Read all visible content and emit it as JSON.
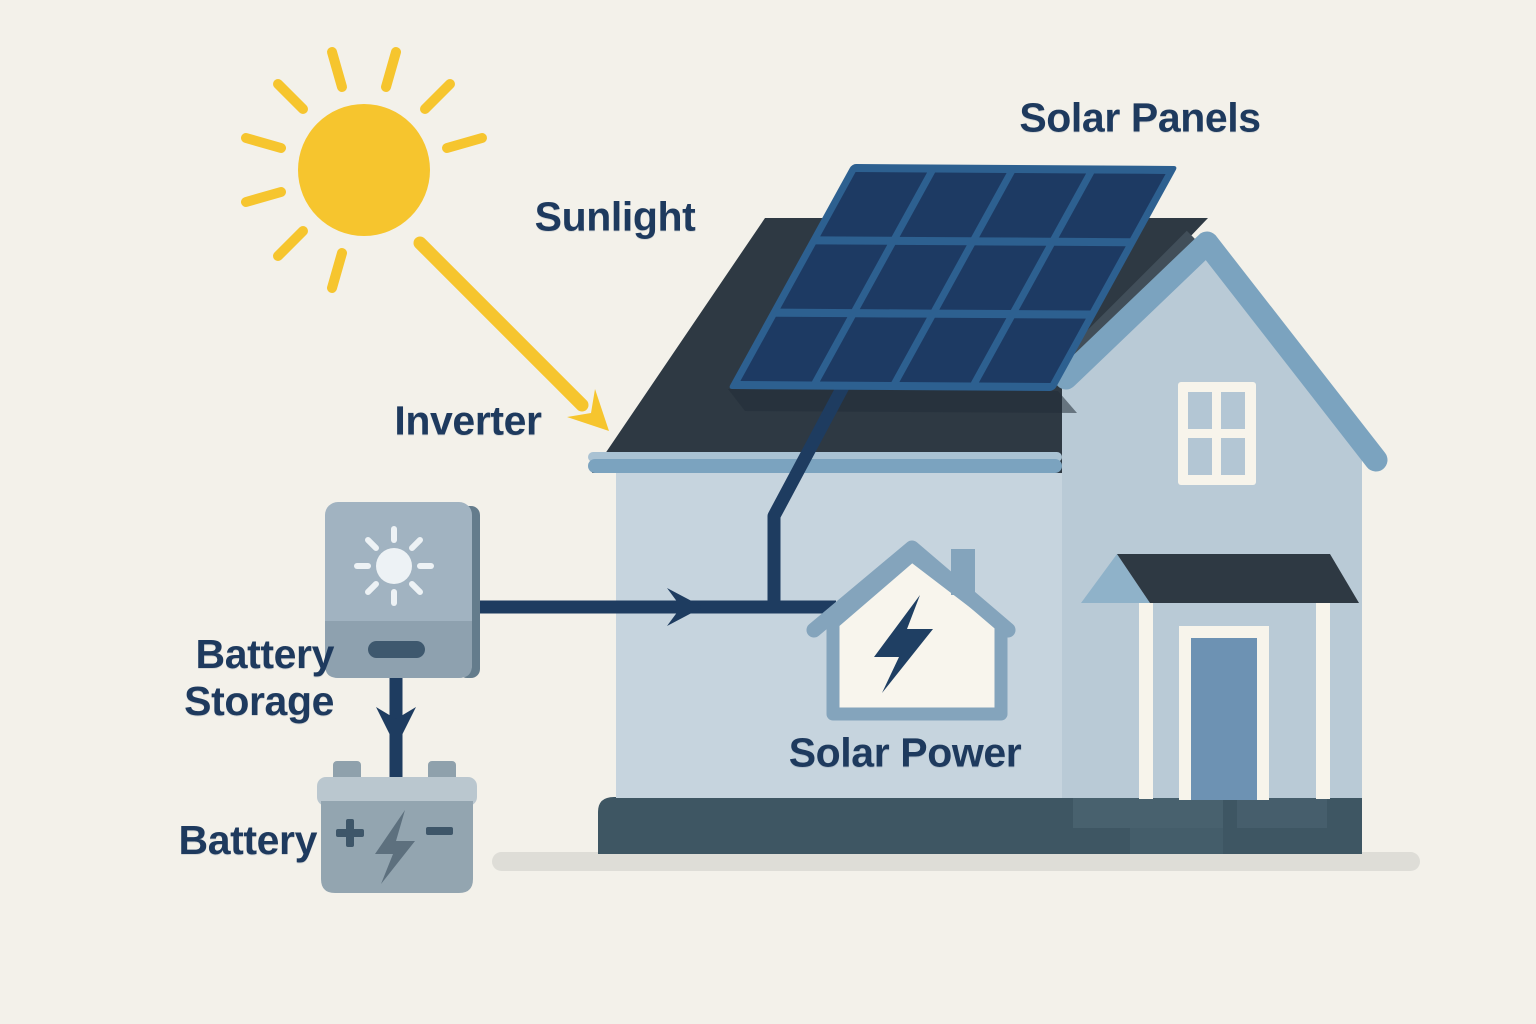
{
  "diagram": {
    "background": "#f3f1ea",
    "text_color": "#1e3a5e",
    "labels": {
      "solar_panels": "Solar Panels",
      "sunlight": "Sunlight",
      "inverter": "Inverter",
      "battery_storage_line1": "Battery",
      "battery_storage_line2": "Storage",
      "battery": "Battery",
      "solar_power": "Solar Power"
    },
    "colors": {
      "sun": "#f6c52e",
      "sunlight_arrow": "#f6c52e",
      "wire": "#1e3c60",
      "panel_cell": "#1d3a63",
      "panel_frame": "#2d6090",
      "roof": "#2e3943",
      "roof_highlight": "#414e59",
      "gable_trim": "#7ba3bf",
      "eave_top": "#a9c2d3",
      "eave_bottom": "#7ba3bf",
      "wall_left": "#c6d4de",
      "wall_right": "#b9cad6",
      "porch_triangle": "#8fb2c9",
      "door": "#6d92b3",
      "white_trim": "#f7f4eb",
      "base": "#3e5663",
      "base_stone": "#4a6370",
      "ground": "#deddd7",
      "inverter_top": "#a1b3c1",
      "inverter_bottom": "#8ea1af",
      "inverter_side": "#647c8c",
      "inverter_slot": "#3e586e",
      "inverter_sun_icon": "#edf2f5",
      "battery_body": "#93a5b0",
      "battery_cap": "#bac7cf",
      "battery_terminal": "#8fa1ac",
      "battery_sign": "#3e5669",
      "battery_bolt": "#5d707e",
      "house_icon_outline": "#84a4bc",
      "house_icon_fill": "#f8f5ed",
      "house_icon_bolt": "#1f3f63"
    },
    "connections": [
      {
        "from": "sun",
        "to": "solar-panels",
        "style": "yellow-arrow",
        "meaning": "sunlight hits the roof panels"
      },
      {
        "from": "solar-panels",
        "to": "inverter-line-junction",
        "style": "navy-wire",
        "meaning": "panel feed joins house wiring"
      },
      {
        "from": "inverter",
        "to": "solar-power-house-icon",
        "style": "navy-arrow",
        "meaning": "inverter supplies solar power to home"
      },
      {
        "from": "inverter",
        "to": "battery",
        "style": "navy-arrow",
        "meaning": "inverter charges battery storage"
      }
    ]
  }
}
